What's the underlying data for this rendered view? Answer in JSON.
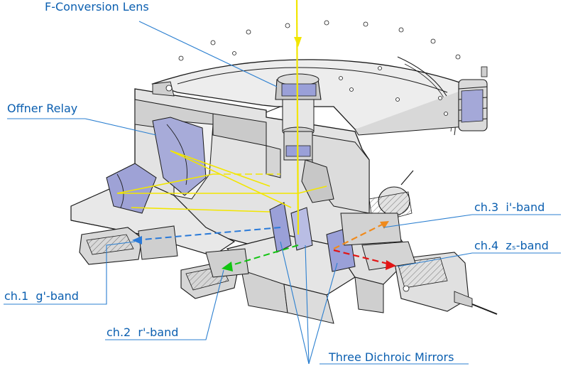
{
  "labels": {
    "f_conversion_lens": "F-Conversion Lens",
    "offner_relay": "Offner Relay",
    "ch3": "ch.3  i'-band",
    "ch4": "ch.4  zₛ-band",
    "ch1": "ch.1  g'-band",
    "ch2": "ch.2  r'-band",
    "dichroic": "Three Dichroic Mirrors"
  },
  "colors": {
    "label_text": "#0b5fb0",
    "leader_line": "#2b7fd0",
    "metal_fill": "#e6e6e6",
    "metal_dark": "#b9b9b9",
    "edge": "#1a1a1a",
    "optic_glass": "#9aa0d8",
    "beam_input": "#f2e600",
    "beam_ch1": "#2a7ad8",
    "beam_ch2": "#11c411",
    "beam_ch3": "#f08a1c",
    "beam_ch4": "#e21414"
  },
  "icons": [
    "f-conversion-lens-icon",
    "offner-relay-mirror-icon",
    "dichroic-mirror-icon",
    "camera-unit-icon"
  ]
}
